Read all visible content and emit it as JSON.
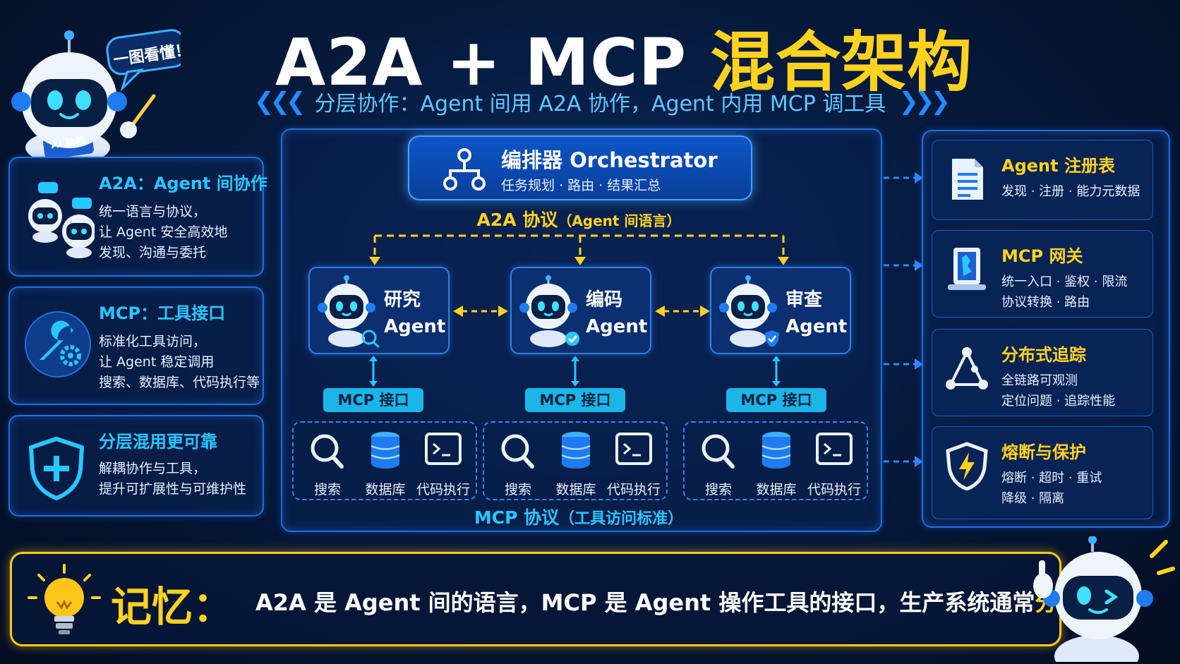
{
  "title": {
    "main": "A2A + MCP ",
    "highlight": "混合架构"
  },
  "subtitle": "分层协作：Agent 间用 A2A 协作，Agent 内用 MCP 调工具",
  "mascot": {
    "bubble": "一图看懂！",
    "badge": "AI 助教"
  },
  "left_cards": [
    {
      "title": "A2A：Agent 间协作",
      "lines": [
        "统一语言与协议，",
        "让 Agent 安全高效地",
        "发现、沟通与委托"
      ]
    },
    {
      "title": "MCP：工具接口",
      "lines": [
        "标准化工具访问，",
        "让 Agent 稳定调用",
        "搜索、数据库、代码执行等"
      ]
    },
    {
      "title": "分层混用更可靠",
      "lines": [
        "解耦协作与工具，",
        "提升可扩展性与可维护性"
      ]
    }
  ],
  "orchestrator": {
    "title": "编排器 Orchestrator",
    "subtitle": "任务规划 · 路由 · 结果汇总"
  },
  "a2a_label": {
    "main": "A2A 协议",
    "note": "（Agent 间语言）"
  },
  "agents": [
    {
      "line1": "研究",
      "line2": "Agent"
    },
    {
      "line1": "编码",
      "line2": "Agent"
    },
    {
      "line1": "审查",
      "line2": "Agent"
    }
  ],
  "mcp_interface_label": "MCP 接口",
  "tools": [
    "搜索",
    "数据库",
    "代码执行"
  ],
  "mcp_label": {
    "main": "MCP 协议",
    "note": "（工具访问标准）"
  },
  "right_cards": [
    {
      "title": "Agent 注册表",
      "lines": [
        "发现 · 注册 · 能力元数据"
      ]
    },
    {
      "title": "MCP 网关",
      "lines": [
        "统一入口 · 鉴权 · 限流",
        "协议转换 · 路由"
      ]
    },
    {
      "title": "分布式追踪",
      "lines": [
        "全链路可观测",
        "定位问题 · 追踪性能"
      ]
    },
    {
      "title": "熔断与保护",
      "lines": [
        "熔断 · 超时 · 重试",
        "降级 · 隔离"
      ]
    }
  ],
  "memory": {
    "label": "记忆：",
    "text": "A2A 是 Agent 间的语言，MCP 是 Agent 操作工具的接口，生产系统通常",
    "highlight": "分层混用。"
  },
  "colors": {
    "accent": "#27c7ff",
    "highlight": "#ffd21f",
    "border": "#1f6fe0",
    "background": "#061a3d"
  }
}
